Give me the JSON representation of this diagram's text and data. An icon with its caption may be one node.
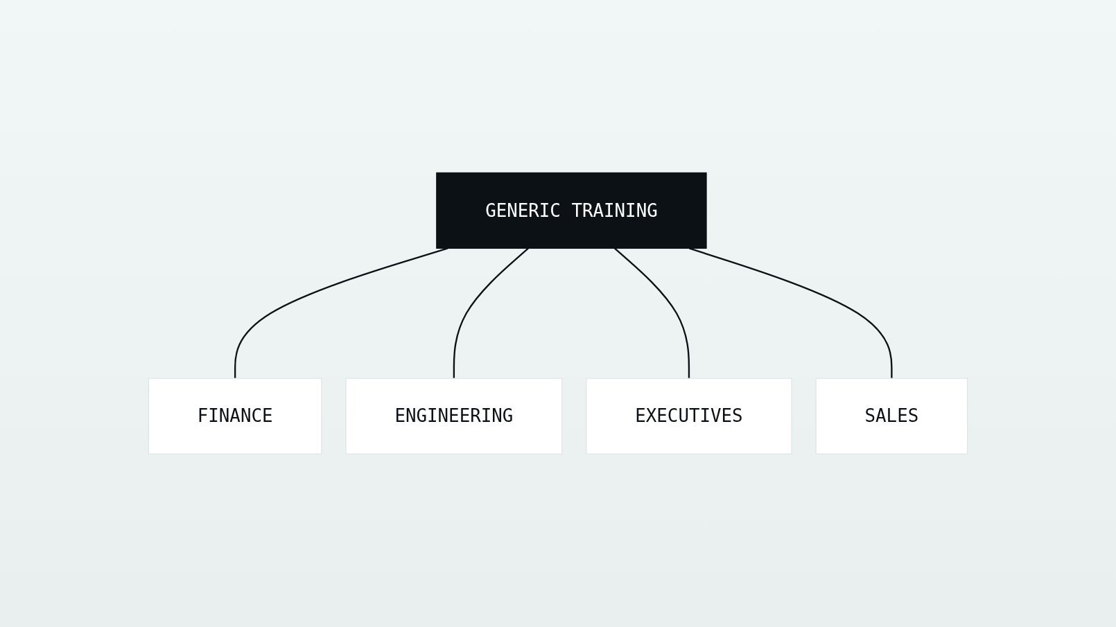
{
  "diagram": {
    "nodes": [
      {
        "text": [
          "GENERIC TRAINING"
        ]
      },
      {
        "text": [
          "FINANCE"
        ]
      },
      {
        "text": [
          "ENGINEERING"
        ]
      },
      {
        "text": [
          "EXECUTIVES"
        ]
      },
      {
        "text": [
          "SALES"
        ]
      }
    ],
    "edges": [
      {
        "from": 0,
        "to": 1,
        "arrow": "none"
      },
      {
        "from": 0,
        "to": 2,
        "arrow": "none"
      },
      {
        "from": 0,
        "to": 3,
        "arrow": "none"
      },
      {
        "from": 0,
        "to": 4,
        "arrow": "none"
      }
    ]
  }
}
